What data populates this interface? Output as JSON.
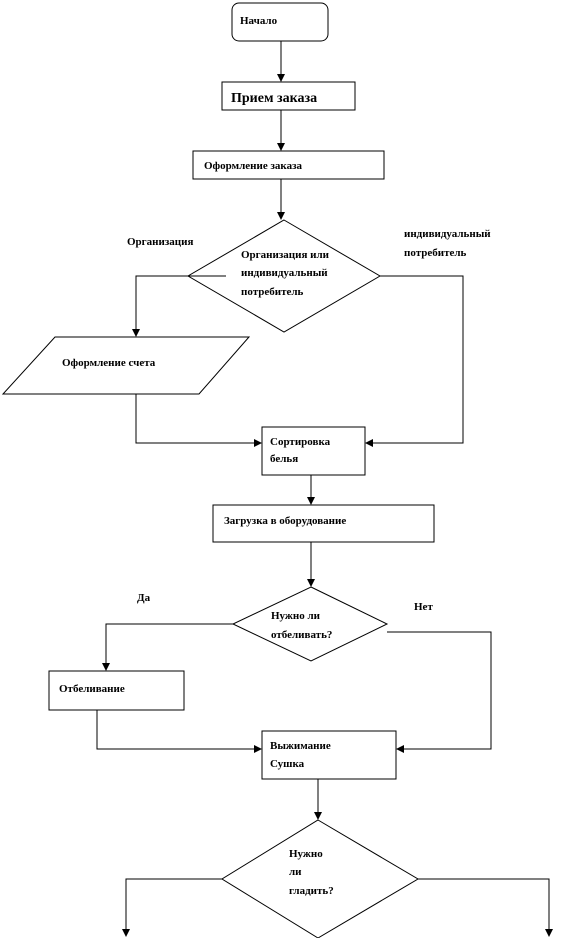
{
  "nodes": {
    "start": "Начало",
    "order_intake": "Прием заказа",
    "order_registration": "Оформление заказа",
    "customer_type": [
      "Организация или",
      "индивидуальный",
      "потребитель"
    ],
    "invoice": "Оформление счета",
    "sorting": [
      "Сортировка",
      "белья"
    ],
    "loading": "Загрузка в оборудование",
    "bleach_question": [
      "Нужно ли",
      "отбеливать?"
    ],
    "bleaching": "Отбеливание",
    "spin_dry": [
      "Выжимание",
      "Сушка"
    ],
    "iron_question": [
      "Нужно",
      "ли",
      "гладить?"
    ]
  },
  "edges": {
    "organization": "Организация",
    "individual": [
      "индивидуальный",
      "потребитель"
    ],
    "yes": "Да",
    "no": "Нет"
  }
}
